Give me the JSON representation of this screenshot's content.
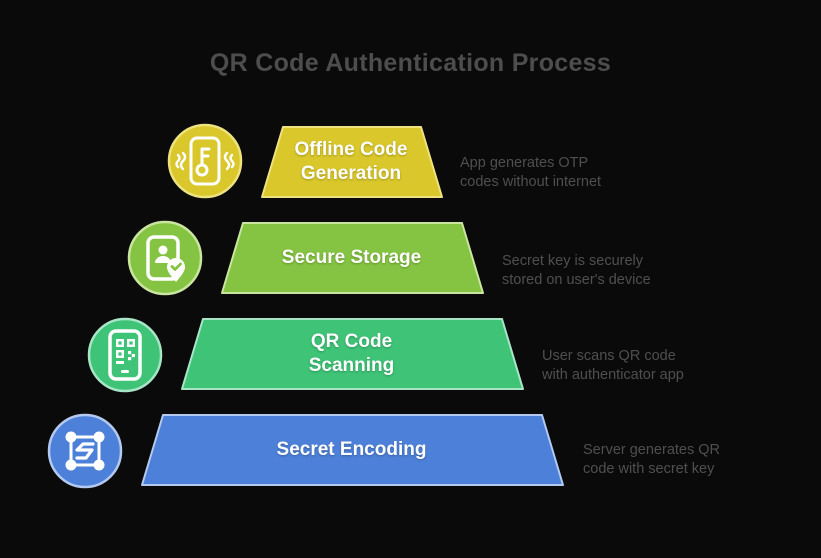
{
  "title": "QR Code Authentication Process",
  "colors": {
    "background": "#0a0a0a",
    "title_text": "#4d4d4d",
    "description_text": "#4f4f4f",
    "label_text": "#ffffff"
  },
  "levels": [
    {
      "label": "Offline Code Generation",
      "description_lines": [
        "App generates OTP",
        "codes without internet"
      ],
      "color": "#d9c72b",
      "border": "#eee27e",
      "icon": "vibrating-phone-key-icon"
    },
    {
      "label": "Secure Storage",
      "description_lines": [
        "Secret key is securely",
        "stored on user's device"
      ],
      "color": "#85c342",
      "border": "#c9e5a0",
      "icon": "device-user-check-icon"
    },
    {
      "label": "QR Code Scanning",
      "description_lines": [
        "User scans QR code",
        "with authenticator app"
      ],
      "color": "#3ec377",
      "border": "#a8e5c7",
      "icon": "phone-qr-code-icon"
    },
    {
      "label": "Secret Encoding",
      "description_lines": [
        "Server generates QR",
        "code with secret key"
      ],
      "color": "#4d80d8",
      "border": "#b3c9ef",
      "icon": "encoding-frame-icon"
    }
  ]
}
